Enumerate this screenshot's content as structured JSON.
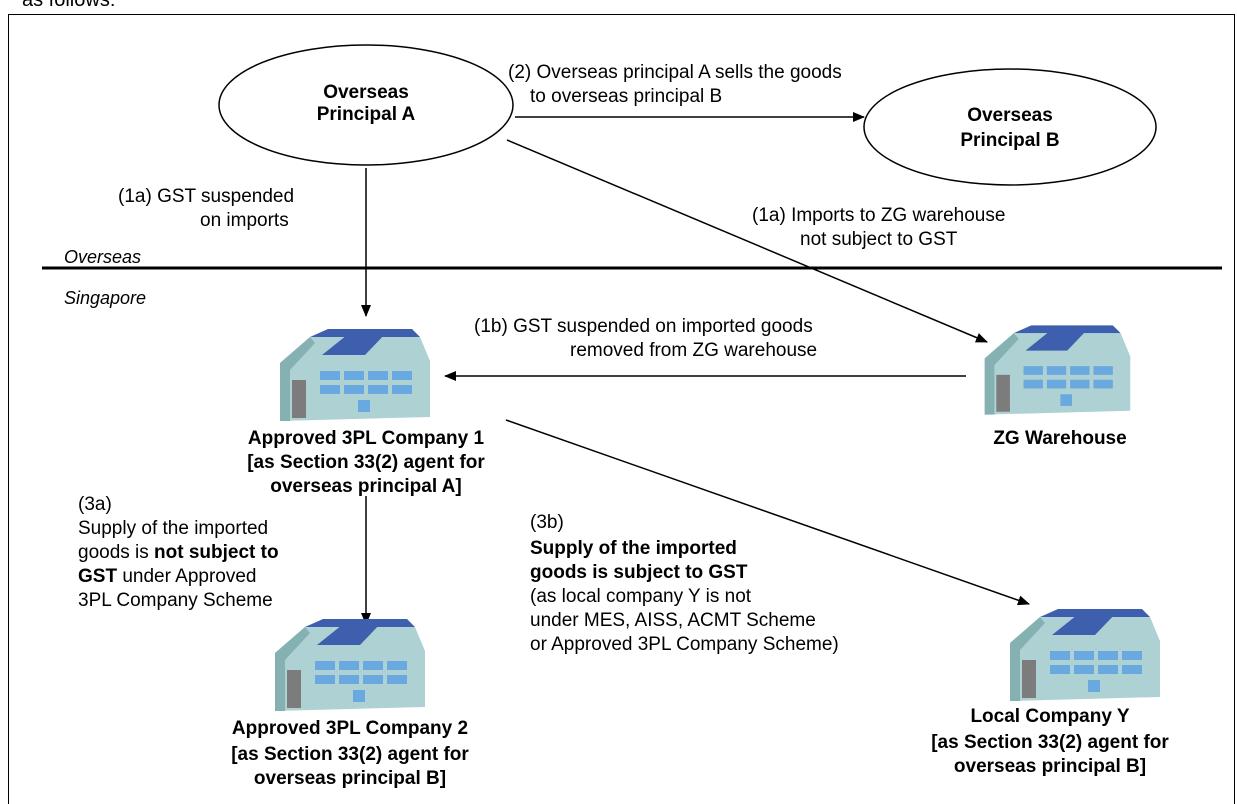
{
  "header": {
    "top_text": "as follows:"
  },
  "regions": {
    "overseas": "Overseas",
    "singapore": "Singapore"
  },
  "nodes": {
    "principal_a": {
      "line1": "Overseas",
      "line2": "Principal A"
    },
    "principal_b": {
      "line1": "Overseas",
      "line2": "Principal B"
    },
    "company1": {
      "line1": "Approved 3PL Company 1",
      "line2": "[as Section 33(2) agent for",
      "line3": "overseas principal A]"
    },
    "zg_warehouse": {
      "label": "ZG Warehouse"
    },
    "company2": {
      "line1": "Approved 3PL Company 2",
      "line2": "[as Section 33(2) agent for",
      "line3": "overseas principal B]"
    },
    "local_y": {
      "line1": "Local Company Y",
      "line2": "[as Section 33(2) agent for",
      "line3": "overseas principal B]"
    }
  },
  "edges": {
    "sale": {
      "line1": "(2) Overseas principal A sells the goods",
      "line2": "to overseas principal B"
    },
    "import_1a_left": {
      "line1": "(1a) GST suspended",
      "line2": "on imports"
    },
    "import_1a_right": {
      "line1": "(1a) Imports to ZG warehouse",
      "line2": "not subject to GST"
    },
    "removal_1b": {
      "line1": "(1b)  GST suspended on imported goods",
      "line2": "removed from ZG warehouse"
    },
    "supply_3a": {
      "label": "(3a)",
      "line1": "Supply of the imported",
      "line2_pre": "goods is ",
      "line2_bold": "not subject to",
      "line3_bold": "GST",
      "line3_post": " under Approved",
      "line4": "3PL Company Scheme"
    },
    "supply_3b": {
      "label": "(3b)",
      "line1": "Supply of the imported",
      "line2": "goods is subject to GST",
      "line3": "(as local company Y is not",
      "line4": "under MES, AISS, ACMT Scheme",
      "line5": "or Approved 3PL Company Scheme)"
    }
  },
  "colors": {
    "roof": "#3d5fae",
    "wall": "#aed2d4",
    "wall_dark": "#86b1b3",
    "window": "#6aa8e0",
    "door": "#7c7c7c"
  }
}
